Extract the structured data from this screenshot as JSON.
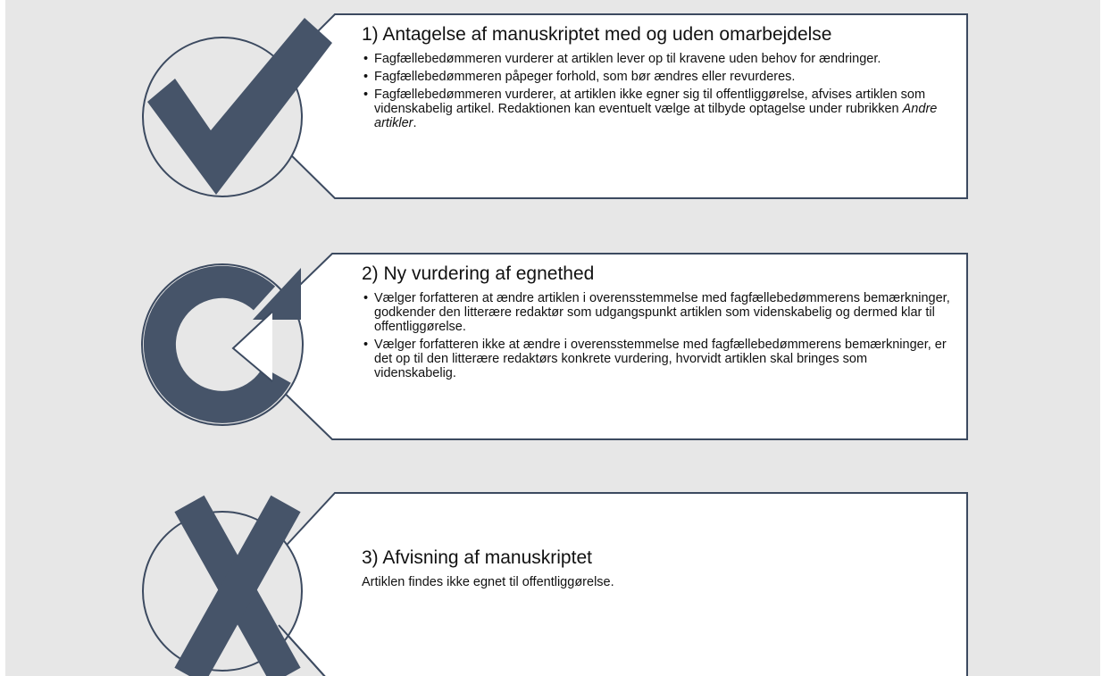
{
  "colors": {
    "background": "#e7e7e7",
    "card_fill": "#ffffff",
    "card_stroke": "#3c4a60",
    "icon_fill": "#465469"
  },
  "steps": [
    {
      "icon": "checkmark-icon",
      "title": "1) Antagelse af manuskriptet med og uden omarbejdelse",
      "bullets": [
        {
          "text": "Fagfællebedømmeren vurderer at artiklen lever op til kravene uden behov for ændringer."
        },
        {
          "text": "Fagfællebedømmeren påpeger forhold, som bør ændres eller revurderes."
        },
        {
          "text": "Fagfællebedømmeren vurderer, at artiklen ikke egner sig til offentliggørelse, afvises artiklen som videnskabelig artikel. Redaktionen kan eventuelt vælge at tilbyde optagelse under rubrikken ",
          "italic": "Andre artikler",
          "tail": "."
        }
      ]
    },
    {
      "icon": "circular-arrow-icon",
      "title": "2) Ny vurdering af egnethed",
      "bullets": [
        {
          "text": "Vælger forfatteren at ændre artiklen i overensstemmelse med fagfællebedømmerens bemærkninger, godkender den litterære redaktør som udgangspunkt artiklen som videnskabelig og dermed klar til offentliggørelse."
        },
        {
          "text": "Vælger forfatteren ikke at ændre i overensstemmelse med fagfællebedømmerens bemærkninger, er det op til den litterære redaktørs konkrete vurdering, hvorvidt artiklen skal bringes som videnskabelig."
        }
      ]
    },
    {
      "icon": "cross-icon",
      "title": "3) Afvisning af manuskriptet",
      "body": "Artiklen findes ikke egnet til offentliggørelse."
    }
  ]
}
